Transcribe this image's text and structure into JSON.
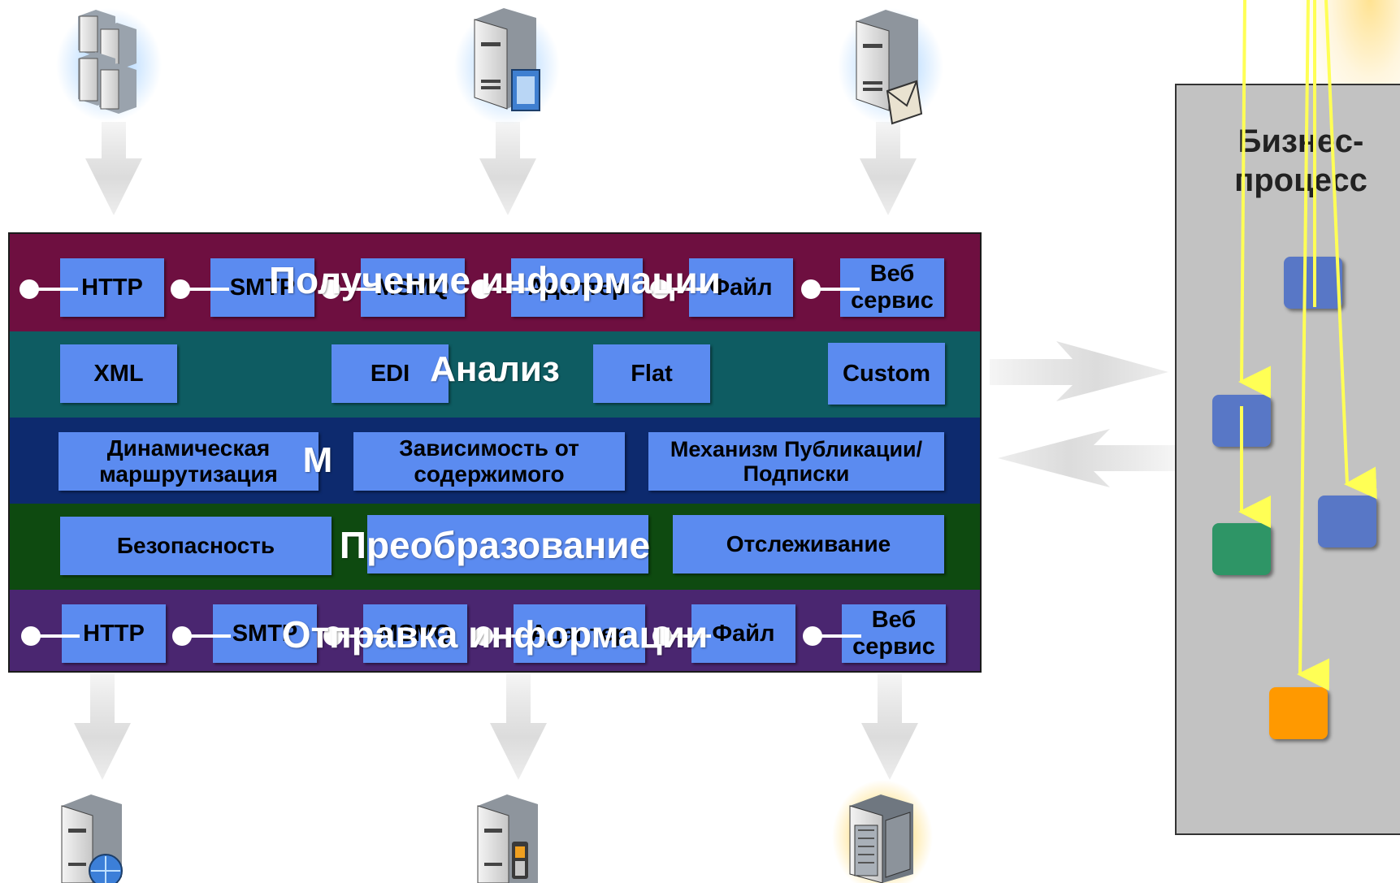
{
  "bands": {
    "receive": "Получение информации",
    "analyze": "Анализ",
    "routing": "М",
    "transform": "Преобразование",
    "send": "Отправка информации"
  },
  "receive_adapters": [
    "HTTP",
    "SMTP",
    "MSMQ",
    "Адаптер",
    "Файл",
    "Веб сервис"
  ],
  "send_adapters": [
    "HTTP",
    "SMTP",
    "MSMQ",
    "Адаптер",
    "Файл",
    "Веб сервис"
  ],
  "formats": [
    "XML",
    "EDI",
    "Flat",
    "Custom"
  ],
  "routing_boxes": [
    "Динамическая маршрутизация",
    "Зависимость от содержимого",
    "Механизм Публикации/Подписки"
  ],
  "transform_boxes": [
    "Безопасность",
    "Отслеживание"
  ],
  "business_process": {
    "title": "Бизнес-процесс"
  },
  "servers_top": [
    "server-cluster-icon",
    "server-document-icon",
    "server-mail-icon"
  ],
  "servers_bottom": [
    "server-web-icon",
    "server-mobile-icon",
    "mainframe-icon"
  ],
  "colors": {
    "receive_band": "#6e0f40",
    "analyze_band": "#0e5c62",
    "routing_band": "#0d2a6e",
    "transform_band": "#0e4a10",
    "send_band": "#4a2670",
    "box": "#5b8bf0",
    "step_blue": "#5877c6",
    "step_green": "#2e9566",
    "step_orange": "#ff9900",
    "flow_line": "#ffff55"
  }
}
